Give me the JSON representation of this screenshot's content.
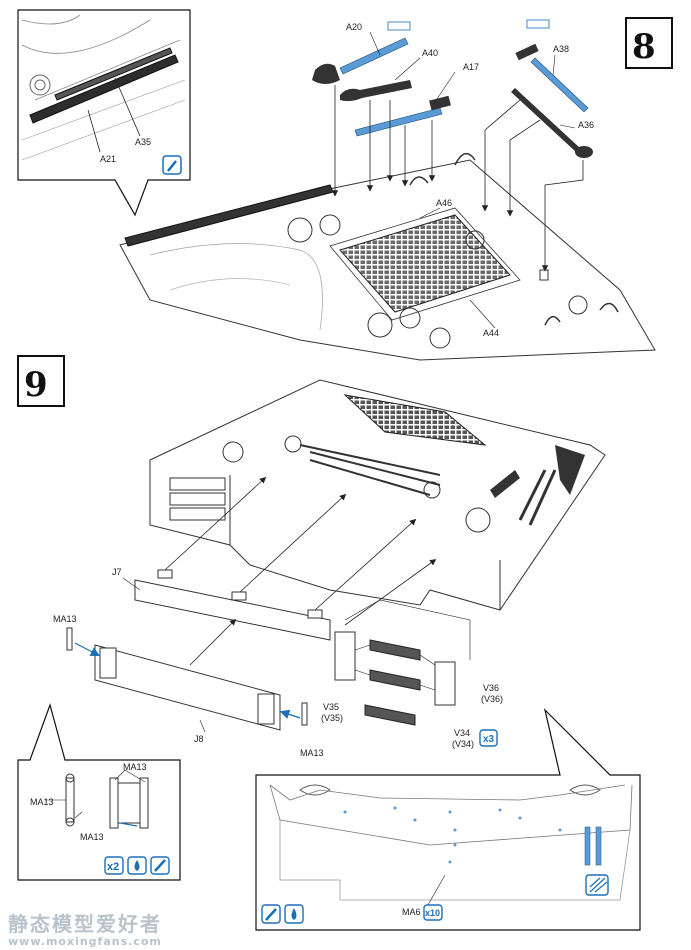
{
  "steps": {
    "step8": "8",
    "step9": "9"
  },
  "step8_labels": {
    "a20": "A20",
    "a40": "A40",
    "a17": "A17",
    "a38": "A38",
    "a36": "A36",
    "a46": "A46",
    "a44": "A44",
    "a21": "A21",
    "a35": "A35"
  },
  "step9_labels": {
    "j7": "J7",
    "j8": "J8",
    "ma13_left": "MA13",
    "ma13_right": "MA13",
    "v35": "V35",
    "v35_alt": "(V35)",
    "v36": "V36",
    "v36_alt": "(V36)",
    "v34": "V34",
    "v34_alt": "(V34)",
    "v34_qty": "x3"
  },
  "inset_left_labels": {
    "ma13_a": "MA13",
    "ma13_b": "MA13",
    "ma13_c": "MA13",
    "qty": "x2"
  },
  "inset_right_labels": {
    "ma6": "MA6",
    "ma6_qty": "x10"
  },
  "watermark": {
    "cn": "静态模型爱好者",
    "url": "www.moxingfans.com"
  },
  "colors": {
    "blue_part": "#5b9bd5",
    "accent": "#1b6fb8",
    "dark_part": "#333333"
  },
  "icons": [
    "glue-icon",
    "cement-icon",
    "paint-icon"
  ]
}
